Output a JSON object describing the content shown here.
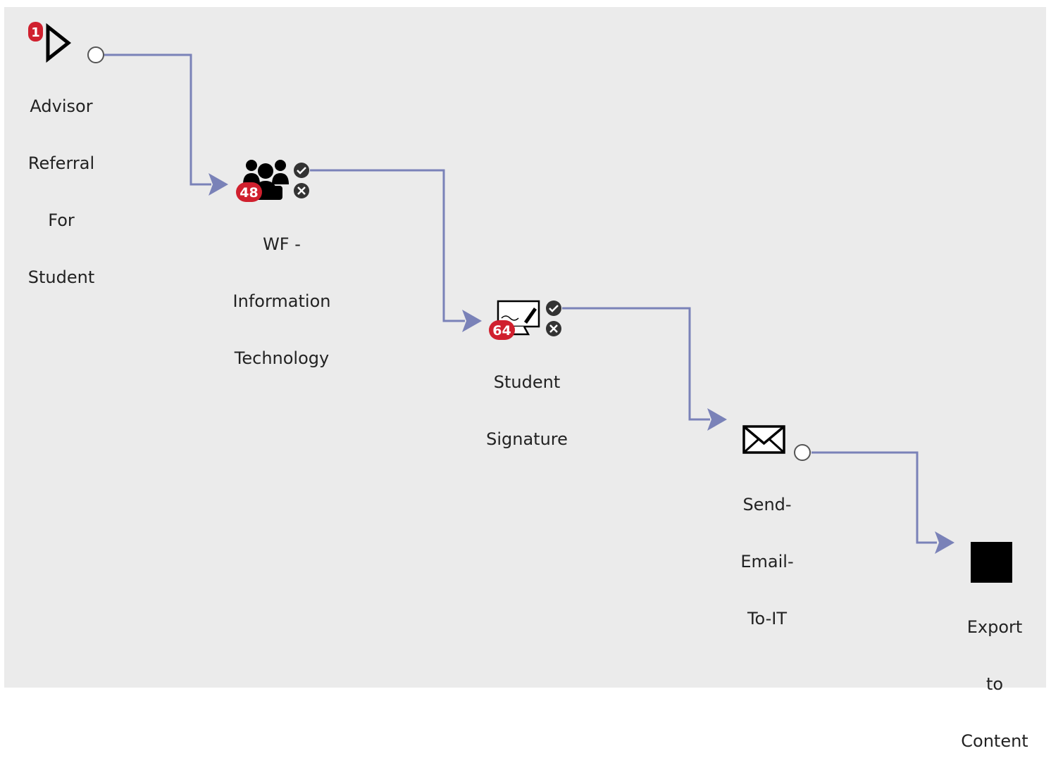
{
  "colors": {
    "canvas": "#ebebeb",
    "connector": "#7a82b8",
    "badge": "#d0202e",
    "icon": "#000000"
  },
  "nodes": [
    {
      "id": "advisor",
      "type": "start",
      "icon": "play-triangle-icon",
      "badge": "1",
      "label": [
        "Advisor",
        "Referral",
        "For",
        "Student"
      ],
      "ports": [
        "open-circle"
      ]
    },
    {
      "id": "wf-it",
      "type": "group-task",
      "icon": "users-group-icon",
      "badge": "48",
      "label": [
        "WF -",
        "Information",
        "Technology"
      ],
      "ports": [
        "approve-check",
        "reject-x"
      ]
    },
    {
      "id": "student-signature",
      "type": "signature-task",
      "icon": "signature-monitor-icon",
      "badge": "64",
      "label": [
        "Student",
        "Signature"
      ],
      "ports": [
        "approve-check",
        "reject-x"
      ]
    },
    {
      "id": "send-email",
      "type": "email",
      "icon": "envelope-icon",
      "badge": "",
      "label": [
        "Send-",
        "Email-",
        "To-IT"
      ],
      "ports": [
        "open-circle"
      ]
    },
    {
      "id": "export",
      "type": "end",
      "icon": "stop-square-icon",
      "badge": "",
      "label": [
        "Export",
        "to",
        "Content"
      ],
      "ports": []
    }
  ],
  "connections": [
    {
      "from": "advisor",
      "to": "wf-it"
    },
    {
      "from": "wf-it",
      "to": "student-signature"
    },
    {
      "from": "student-signature",
      "to": "send-email"
    },
    {
      "from": "send-email",
      "to": "export"
    }
  ]
}
